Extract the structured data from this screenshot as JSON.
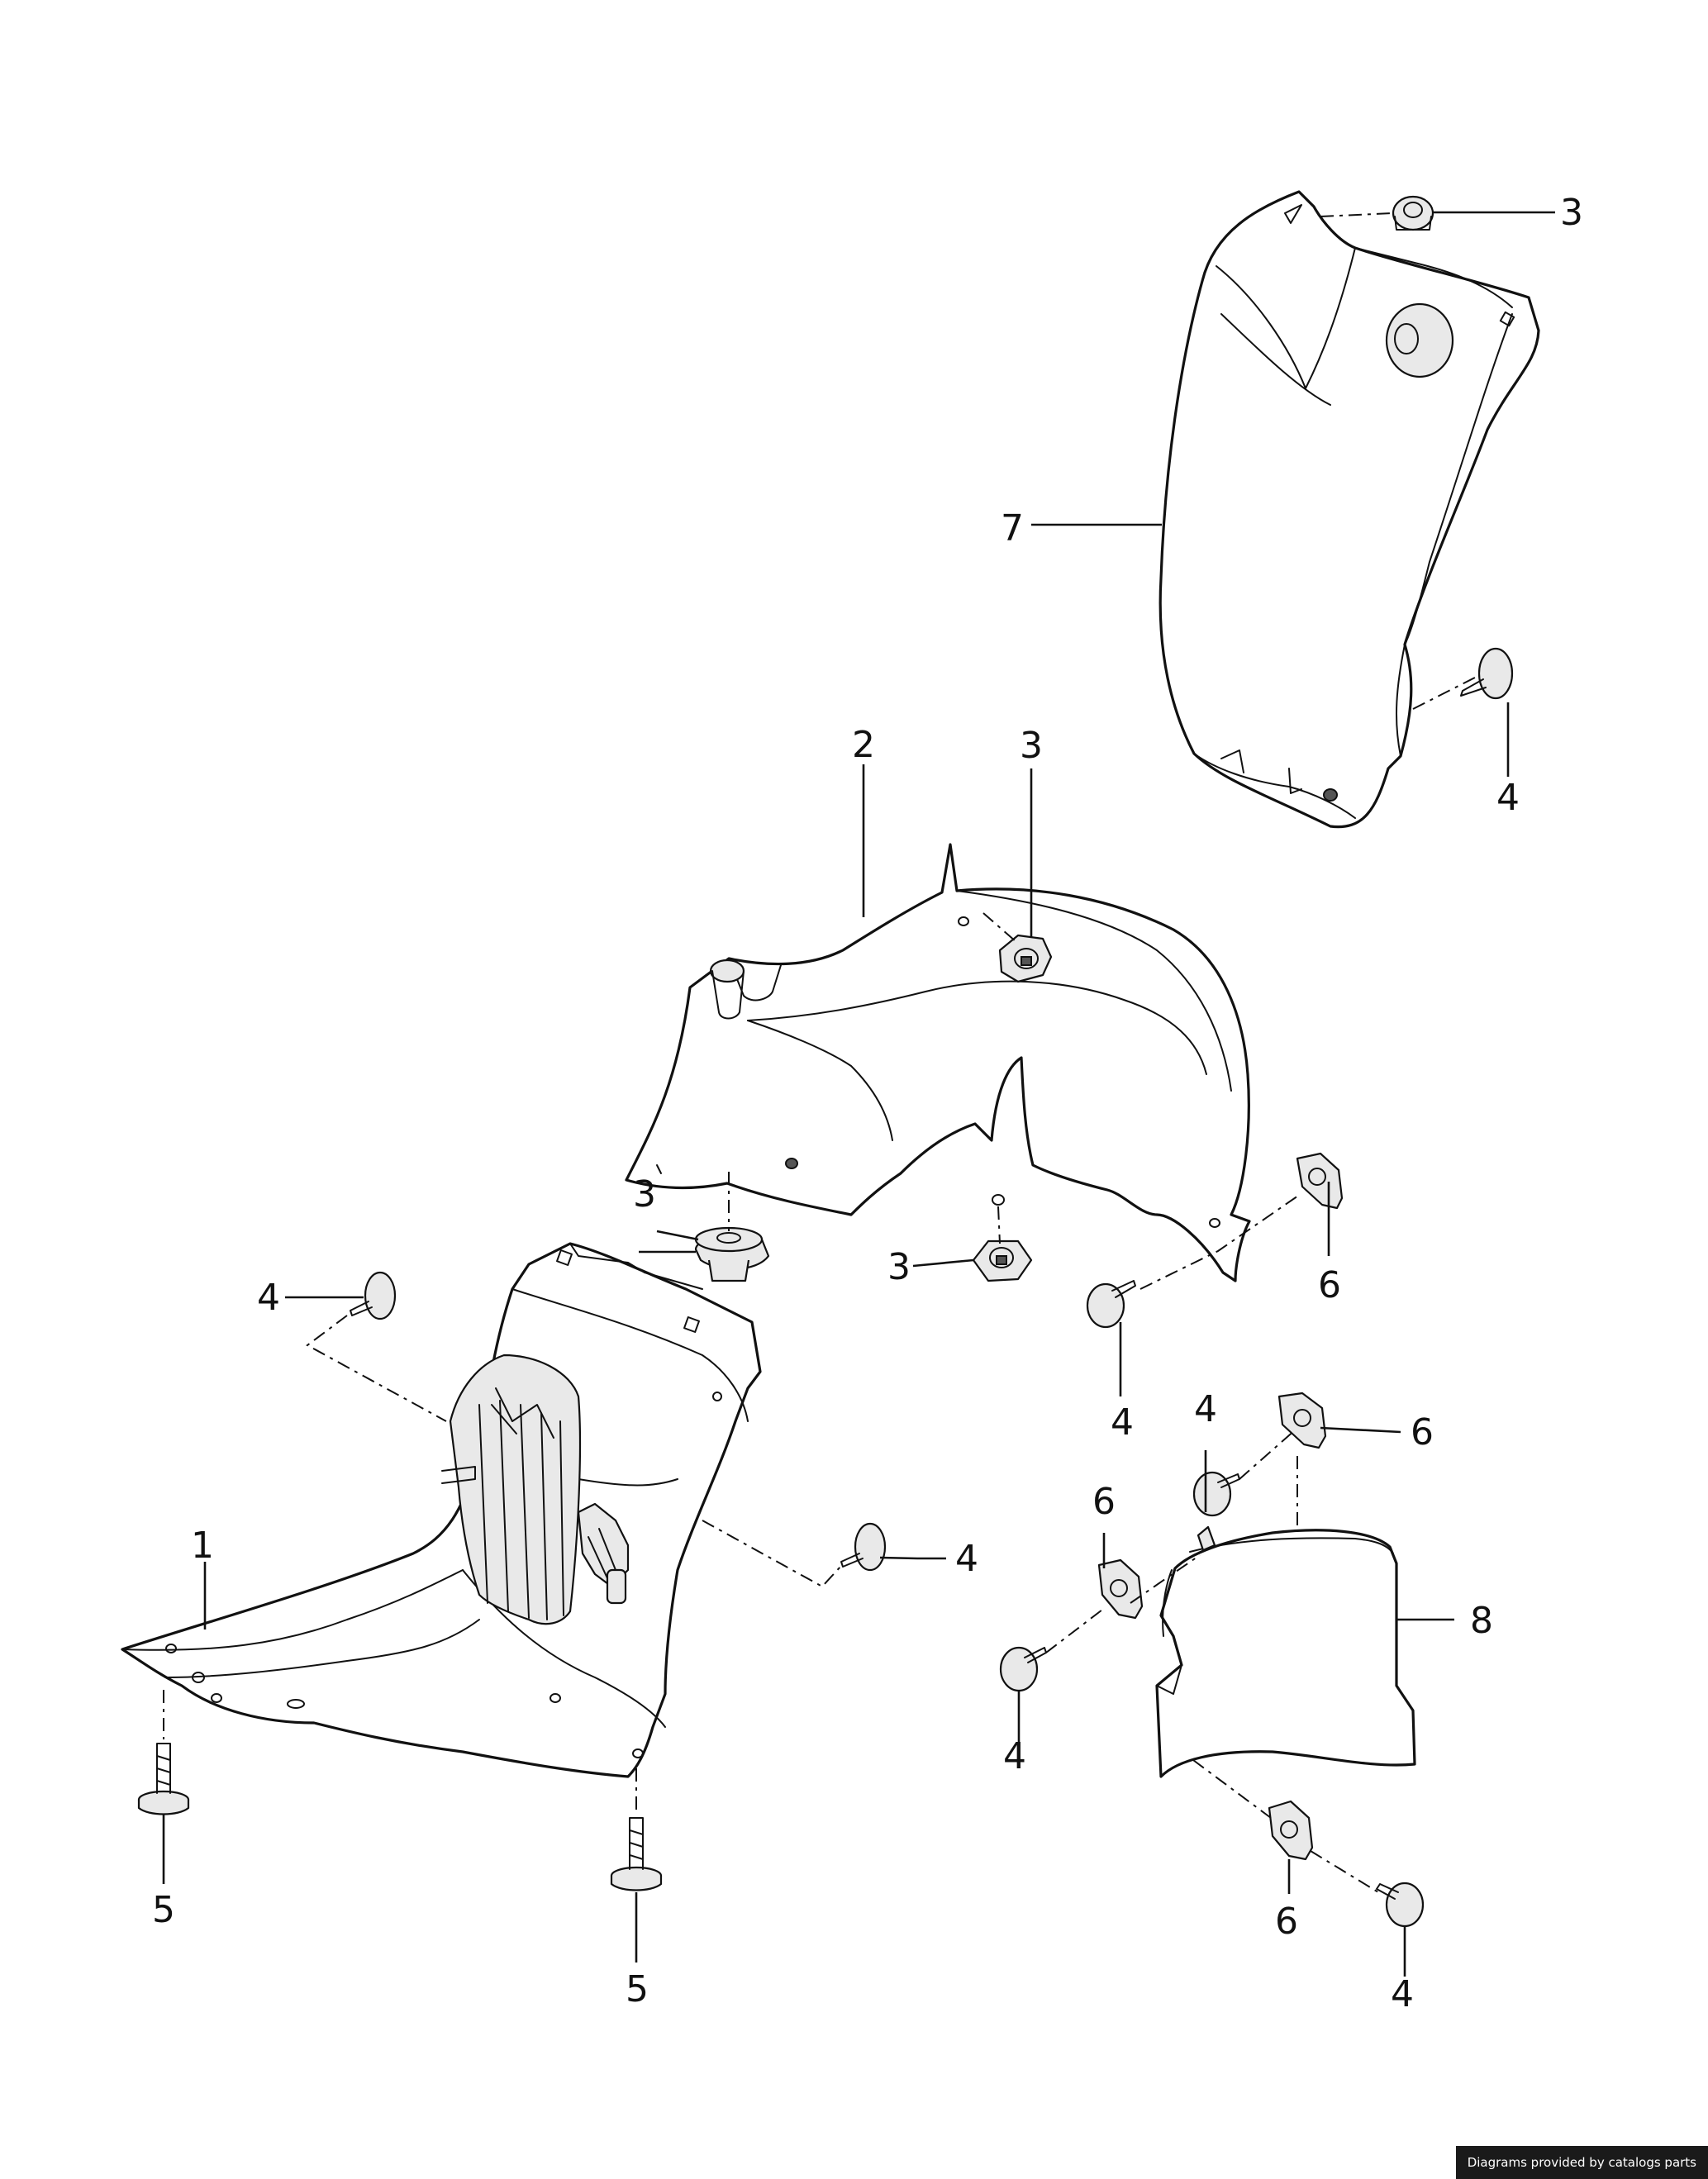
{
  "callouts": {
    "c1": "1",
    "c2": "2",
    "c3a": "3",
    "c3b": "3",
    "c3c": "3",
    "c3d": "3",
    "c4a": "4",
    "c4b": "4",
    "c4c": "4",
    "c4d": "4",
    "c4e": "4",
    "c4f": "4",
    "c4g": "4",
    "c5a": "5",
    "c5b": "5",
    "c6a": "6",
    "c6b": "6",
    "c6c": "6",
    "c6d": "6",
    "c7": "7",
    "c8": "8"
  },
  "credit": "Diagrams provided by catalogs parts"
}
